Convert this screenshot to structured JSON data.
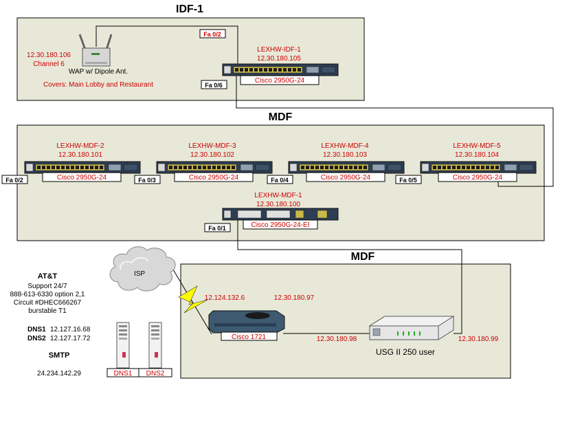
{
  "colors": {
    "room_fill": "#e8e8d8",
    "red_text": "#cc0000",
    "lightning": "#ffff00",
    "wire": "#000000"
  },
  "rooms": {
    "idf1": {
      "title": "IDF-1"
    },
    "mdf_top": {
      "title": "MDF"
    },
    "mdf_bottom": {
      "title": "MDF"
    }
  },
  "wap": {
    "ip": "12.30.180.106",
    "channel": "Channel 6",
    "name": "WAP w/ Dipole Ant.",
    "covers": "Covers: Main Lobby and Restaurant"
  },
  "switches": {
    "idf1": {
      "name": "LEXHW-IDF-1",
      "ip": "12.30.180.105",
      "model": "Cisco 2950G-24"
    },
    "mdf2": {
      "name": "LEXHW-MDF-2",
      "ip": "12.30.180.101",
      "model": "Cisco 2950G-24"
    },
    "mdf3": {
      "name": "LEXHW-MDF-3",
      "ip": "12.30.180.102",
      "model": "Cisco 2950G-24"
    },
    "mdf4": {
      "name": "LEXHW-MDF-4",
      "ip": "12.30.180.103",
      "model": "Cisco 2950G-24"
    },
    "mdf5": {
      "name": "LEXHW-MDF-5",
      "ip": "12.30.180.104",
      "model": "Cisco 2950G-24"
    },
    "mdf1": {
      "name": "LEXHW-MDF-1",
      "ip": "12.30.180.100",
      "model": "Cisco 2950G-24-EI"
    }
  },
  "ports": {
    "fa02_idf": "Fa 0/2",
    "fa06": "Fa 0/6",
    "fa02_mdf": "Fa 0/2",
    "fa03": "Fa 0/3",
    "fa04": "Fa 0/4",
    "fa05": "Fa 0/5",
    "fa01": "Fa 0/1"
  },
  "isp": {
    "cloud_label": "ISP",
    "company": "AT&T",
    "support": "Support 24/7",
    "phone": "888-613-6330 option 2,1",
    "circuit": "Circuit #DHEC666267",
    "service": "burstable T1"
  },
  "dns": {
    "dns1_label": "DNS1",
    "dns1_ip": "12.127.16.68",
    "dns2_label": "DNS2",
    "dns2_ip": "12.127.17.72",
    "server1_label": "DNS1",
    "server2_label": "DNS2"
  },
  "smtp": {
    "label": "SMTP",
    "ip": "24.234.142.29"
  },
  "router": {
    "model": "Cisco 1721",
    "wan_ip": "12.124.132.6",
    "lan_ip": "12.30.180.97",
    "link_ip": "12.30.180.98"
  },
  "firewall": {
    "name": "USG II 250 user",
    "ip": "12.30.180.99"
  }
}
